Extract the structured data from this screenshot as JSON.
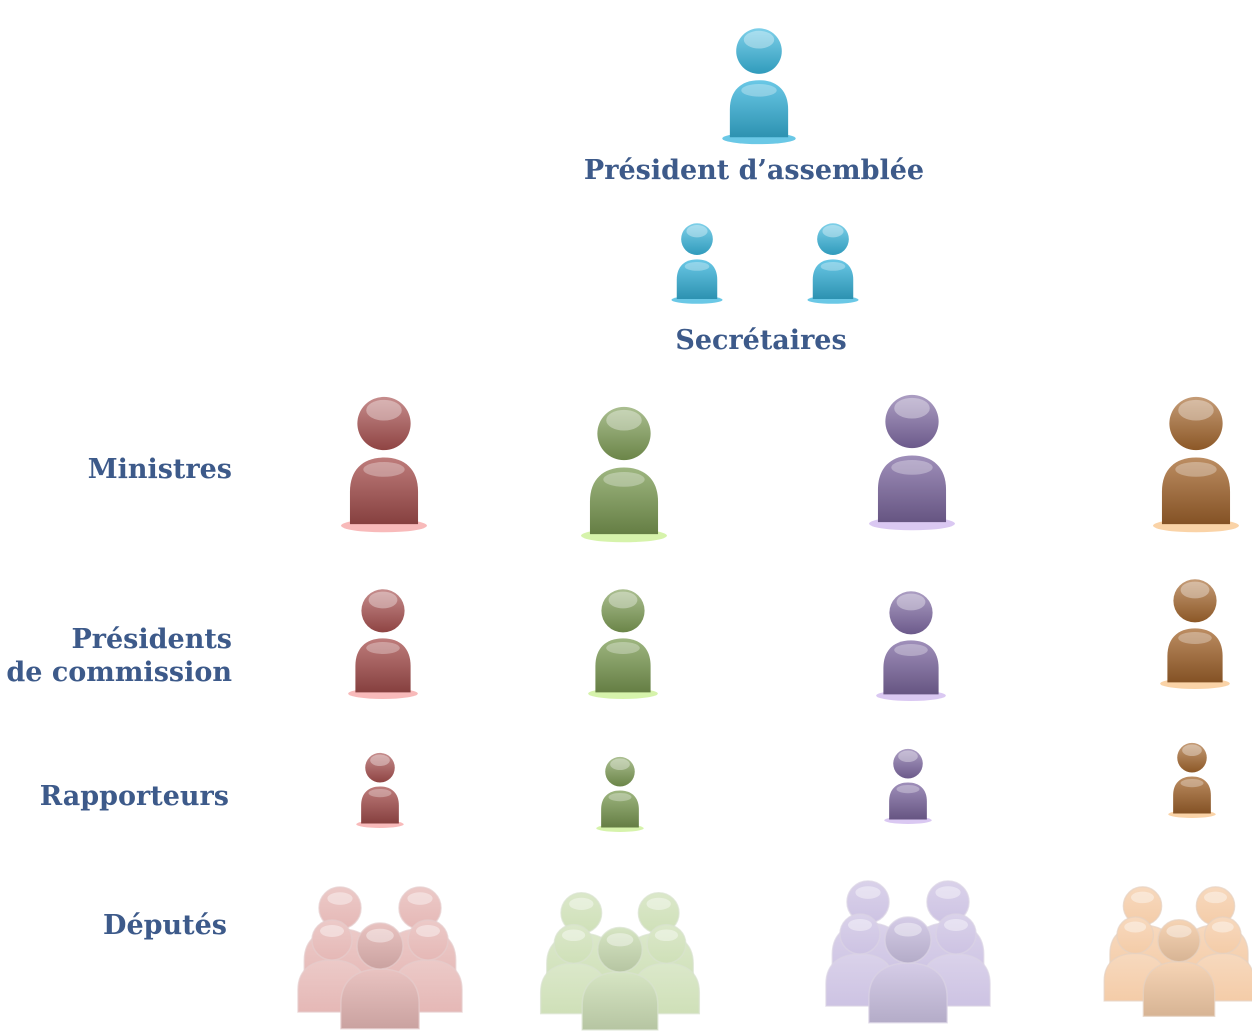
{
  "labels": {
    "president": "Président d’assemblée",
    "secretaires": "Secrétaires",
    "ministres": "Ministres",
    "presidents_commission_line1": "Présidents",
    "presidents_commission_line2": "de commission",
    "rapporteurs": "Rapporteurs",
    "deputes": "Députés"
  },
  "icons": {
    "single_person": "person-icon",
    "group": "group-icon"
  },
  "colors": {
    "label_text": "#3d5a8a",
    "blue": "#38b6dd",
    "red": "#a8504f",
    "green": "#7e9d55",
    "purple": "#7f6aa3",
    "brown": "#a5672e",
    "red_glow": "#f5a3a3",
    "green_glow": "#c8ef8f",
    "purple_glow": "#cdb5ee",
    "brown_glow": "#f8c48a",
    "red_light": "#e5b8b6",
    "green_light": "#cfe0b8",
    "purple_light": "#cdc3e3",
    "brown_light": "#f4cca8"
  }
}
